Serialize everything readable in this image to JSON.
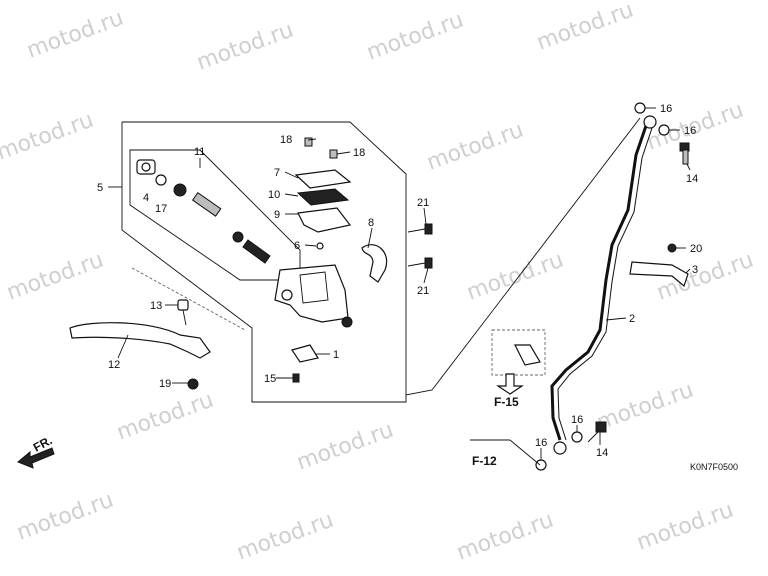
{
  "watermark": "motod.ru",
  "diagram_code": "K0N7F0500",
  "direction": "FR.",
  "refs": {
    "f15": "F-15",
    "f12": "F-12"
  },
  "labels": {
    "n1": "1",
    "n2": "2",
    "n3": "3",
    "n4": "4",
    "n5": "5",
    "n6": "6",
    "n7": "7",
    "n8": "8",
    "n9": "9",
    "n10": "10",
    "n11": "11",
    "n12": "12",
    "n13": "13",
    "n14a": "14",
    "n14b": "14",
    "n15": "15",
    "n16a": "16",
    "n16b": "16",
    "n16c": "16",
    "n16d": "16",
    "n17": "17",
    "n18a": "18",
    "n18b": "18",
    "n19": "19",
    "n20": "20",
    "n21a": "21",
    "n21b": "21"
  },
  "colors": {
    "ink": "#111111",
    "watermark": "#cfcfcf",
    "background": "#ffffff"
  }
}
